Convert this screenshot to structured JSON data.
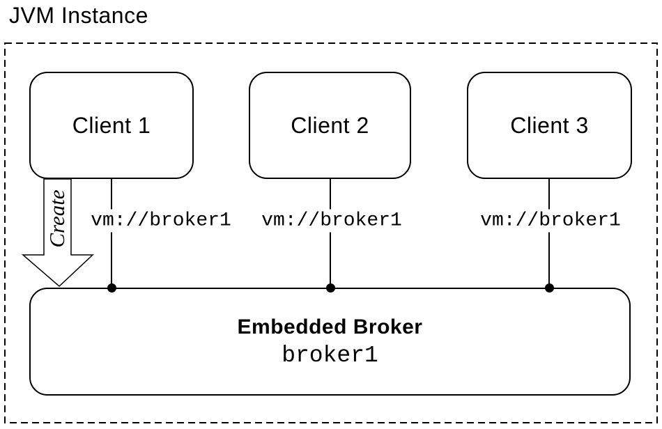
{
  "title": "JVM Instance",
  "create_arrow": {
    "label": "Create"
  },
  "clients": [
    {
      "label": "Client 1",
      "connection_url": "vm://broker1"
    },
    {
      "label": "Client 2",
      "connection_url": "vm://broker1"
    },
    {
      "label": "Client 3",
      "connection_url": "vm://broker1"
    }
  ],
  "broker": {
    "label": "Embedded Broker",
    "name": "broker1"
  },
  "colors": {
    "line": "#000000",
    "background": "#ffffff"
  }
}
